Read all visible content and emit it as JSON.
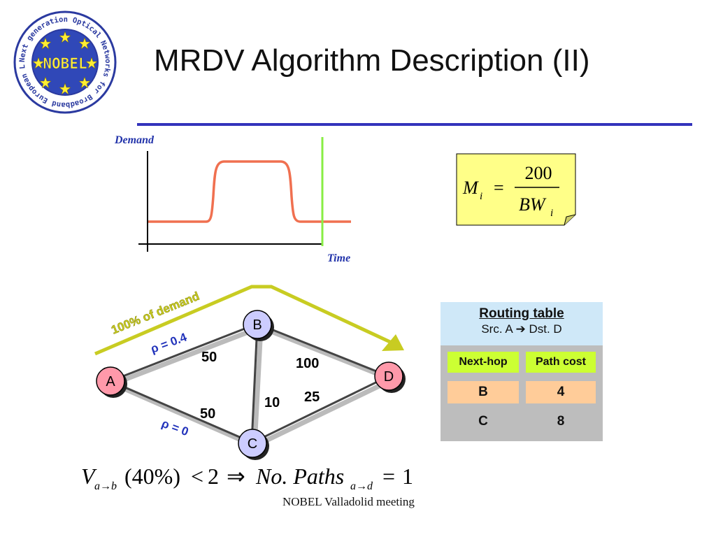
{
  "logo": {
    "ring_text": "Next generation Optical Networks for Broadband European Leadership",
    "center_text": "NOBEL"
  },
  "title": "MRDV Algorithm Description (II)",
  "chart": {
    "ylabel": "Demand",
    "xlabel": "Time",
    "colors": {
      "curve": "#f07050",
      "marker": "#88ee44",
      "label": "#2233aa"
    }
  },
  "formula": {
    "lhs": "M",
    "lhs_sub": "i",
    "equals": "=",
    "numerator": "200",
    "denominator": "BW",
    "denominator_sub": "i"
  },
  "network": {
    "arrow_label": "100% of demand",
    "rho_top": "ρ = 0.4",
    "rho_bottom": "ρ = 0",
    "nodes": [
      {
        "id": "A",
        "label": "A",
        "color": "#ff99aa"
      },
      {
        "id": "B",
        "label": "B",
        "color": "#ccccff"
      },
      {
        "id": "C",
        "label": "C",
        "color": "#ccccff"
      },
      {
        "id": "D",
        "label": "D",
        "color": "#ff99aa"
      }
    ],
    "link_costs": {
      "AB": "50",
      "AC": "50",
      "BC": "10",
      "BD": "100",
      "CD": "25"
    },
    "colors": {
      "arrow": "#c8cc22",
      "rho": "#2233bb",
      "link": "#444444"
    }
  },
  "routing_table": {
    "title": "Routing table",
    "subtitle_src": "Src. A",
    "subtitle_arrow": "➔",
    "subtitle_dst": "Dst. D",
    "columns": [
      "Next-hop",
      "Path cost"
    ],
    "rows": [
      {
        "next_hop": "B",
        "path_cost": "4",
        "highlighted": true
      },
      {
        "next_hop": "C",
        "path_cost": "8",
        "highlighted": false
      }
    ]
  },
  "equation": {
    "v": "V",
    "v_sub": "a→b",
    "percent": "(40%)",
    "lt": "<",
    "two": "2",
    "implies": "⇒",
    "paths": "No. Paths",
    "paths_sub": "a→d",
    "equals": "=",
    "one": "1"
  },
  "footer": "NOBEL Valladolid  meeting"
}
